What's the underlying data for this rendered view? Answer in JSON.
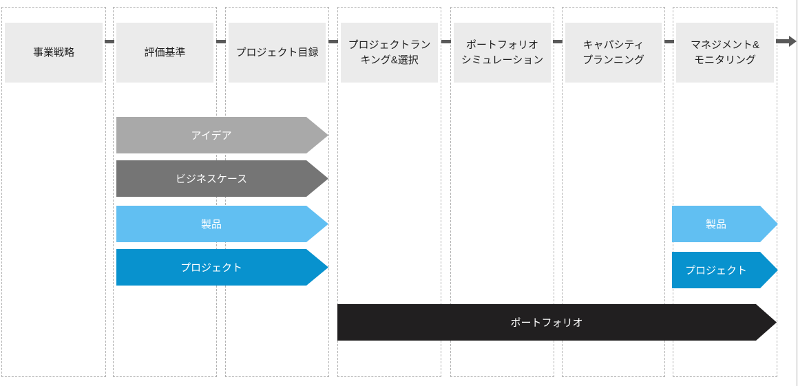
{
  "diagram": {
    "phases": [
      {
        "label": "事業戦略"
      },
      {
        "label": "評価基準"
      },
      {
        "label": "プロジェクト目録"
      },
      {
        "label": "プロジェクトラン\nキング&選択"
      },
      {
        "label": "ポートフォリオ\nシミュレーション"
      },
      {
        "label": "キャパシティ\nプランニング"
      },
      {
        "label": "マネジメント&\nモニタリング"
      }
    ],
    "flow_arrows": [
      {
        "id": "idea",
        "label": "アイデア",
        "color": "#a9a9a9"
      },
      {
        "id": "business-case",
        "label": "ビジネスケース",
        "color": "#757575"
      },
      {
        "id": "product-left",
        "label": "製品",
        "color": "#61bff2"
      },
      {
        "id": "project-left",
        "label": "プロジェクト",
        "color": "#0892ce"
      },
      {
        "id": "portfolio",
        "label": "ポートフォリオ",
        "color": "#211f20"
      },
      {
        "id": "product-right",
        "label": "製品",
        "color": "#61bff2"
      },
      {
        "id": "project-right",
        "label": "プロジェクト",
        "color": "#0892ce"
      }
    ],
    "colors": {
      "header_bg": "#ebebeb",
      "header_text": "#1f1f1f",
      "column_border": "#b3b3b3",
      "connector": "#595959",
      "light_gray_arrow": "#a9a9a9",
      "dark_gray_arrow": "#757575",
      "light_blue_arrow": "#61bff2",
      "blue_arrow": "#0892ce",
      "black_arrow": "#211f20"
    }
  }
}
